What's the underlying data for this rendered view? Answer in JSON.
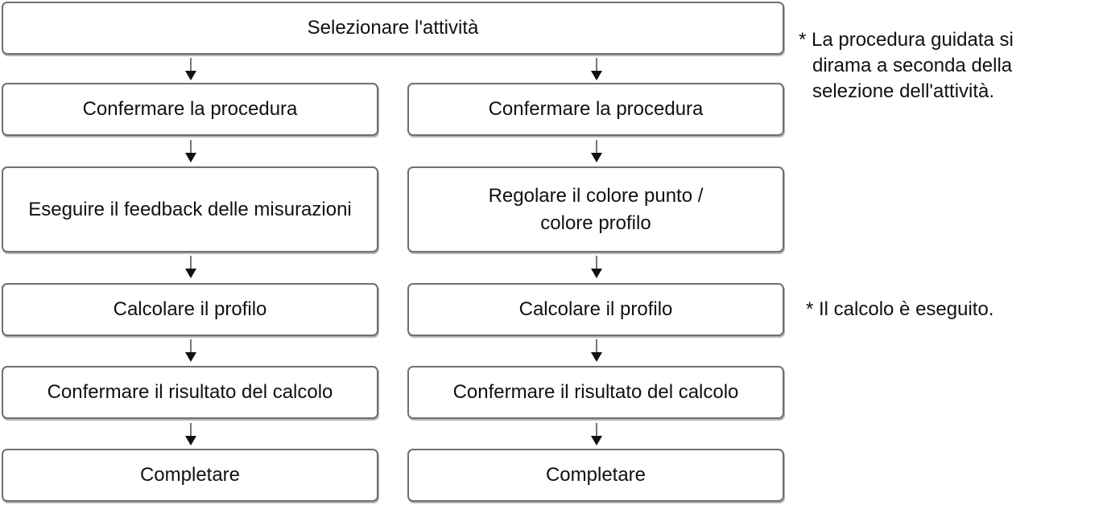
{
  "top_step": "Selezionare l'attività",
  "left_branch": [
    "Confermare la procedura",
    "Eseguire il feedback delle misurazioni",
    "Calcolare il profilo",
    "Confermare il risultato del calcolo",
    "Completare"
  ],
  "right_branch": [
    "Confermare la procedura",
    [
      "Regolare il colore punto /",
      "colore profilo"
    ],
    "Calcolare il profilo",
    "Confermare il risultato del calcolo",
    "Completare"
  ],
  "notes": {
    "branch_note": [
      "* La procedura guidata si",
      "dirama a seconda della",
      "selezione dell'attività."
    ],
    "calc_note": "* Il calcolo è eseguito."
  }
}
